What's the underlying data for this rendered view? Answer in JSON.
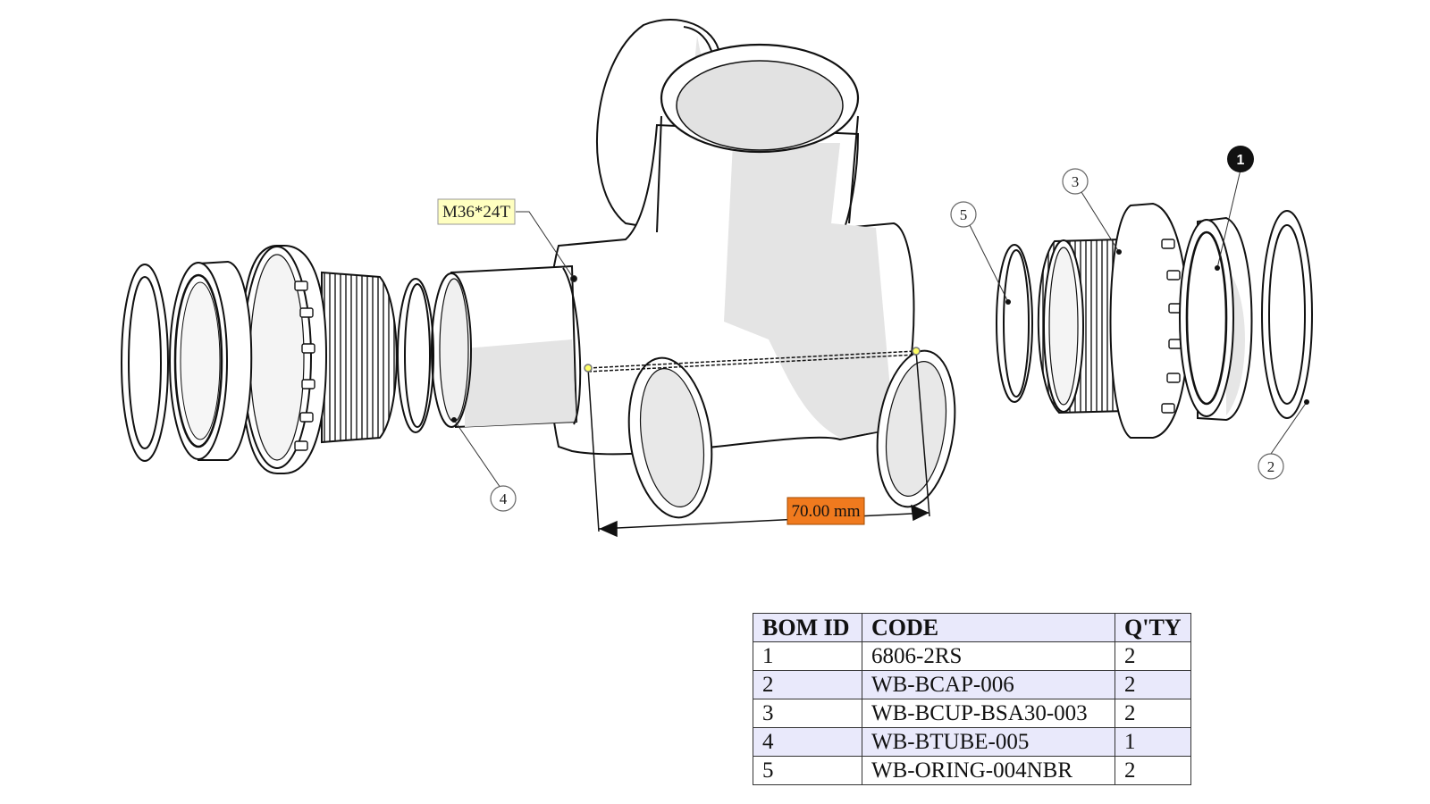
{
  "annotations": {
    "thread_label": "M36*24T",
    "dimension_label": "70.00 mm",
    "dimension_bg": "#f07a1e",
    "thread_bg": "#ffffc0"
  },
  "balloons": [
    {
      "id": "1",
      "filled": true
    },
    {
      "id": "2",
      "filled": false
    },
    {
      "id": "3",
      "filled": false
    },
    {
      "id": "4",
      "filled": false
    },
    {
      "id": "5",
      "filled": false
    }
  ],
  "bom": {
    "headers": [
      "BOM ID",
      "CODE",
      "Q'TY"
    ],
    "rows": [
      {
        "id": "1",
        "code": "6806-2RS",
        "qty": "2"
      },
      {
        "id": "2",
        "code": "WB-BCAP-006",
        "qty": "2"
      },
      {
        "id": "3",
        "code": "WB-BCUP-BSA30-003",
        "qty": "2"
      },
      {
        "id": "4",
        "code": "WB-BTUBE-005",
        "qty": "1"
      },
      {
        "id": "5",
        "code": "WB-ORING-004NBR",
        "qty": "2"
      }
    ],
    "header_bg": "#e9e9fb"
  }
}
